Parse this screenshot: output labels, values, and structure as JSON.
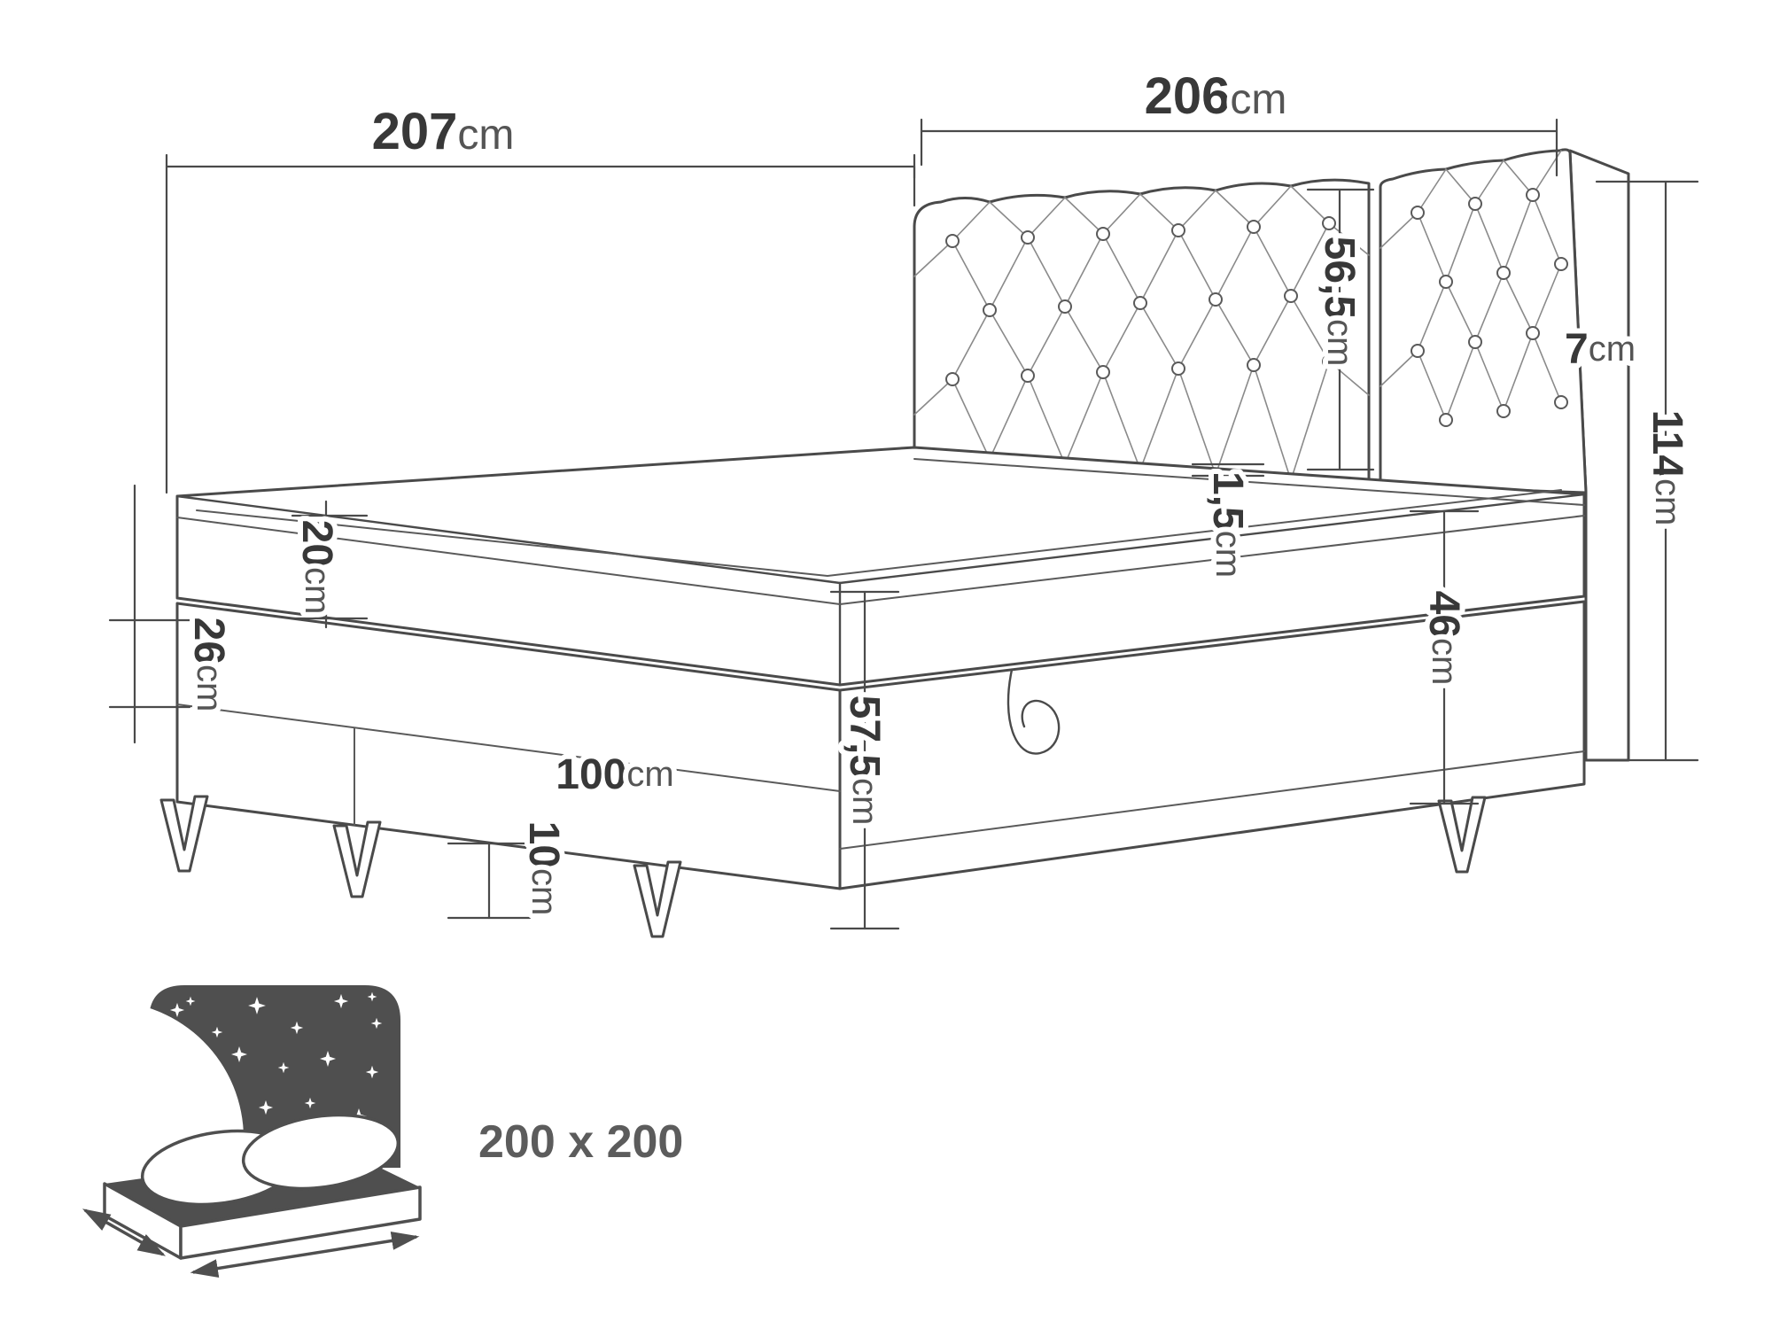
{
  "diagram": {
    "dims": {
      "w207": {
        "value": "207",
        "unit": "cm"
      },
      "w206": {
        "value": "206",
        "unit": "cm"
      },
      "h114": {
        "value": "114",
        "unit": "cm"
      },
      "hb565": {
        "value": "56,5",
        "unit": "cm"
      },
      "t7": {
        "value": "7",
        "unit": "cm"
      },
      "m20": {
        "value": "20",
        "unit": "cm"
      },
      "b26": {
        "value": "26",
        "unit": "cm"
      },
      "p15": {
        "value": "1,5",
        "unit": "cm"
      },
      "s46": {
        "value": "46",
        "unit": "cm"
      },
      "f575": {
        "value": "57,5",
        "unit": "cm"
      },
      "d100": {
        "value": "100",
        "unit": "cm"
      },
      "l10": {
        "value": "10",
        "unit": "cm"
      }
    },
    "pictogram": {
      "size_label": "200 x 200"
    },
    "colors": {
      "line": "#4a4a4a",
      "label": "#383838",
      "unit": "#555555",
      "icon": "#4f4f4f"
    }
  }
}
